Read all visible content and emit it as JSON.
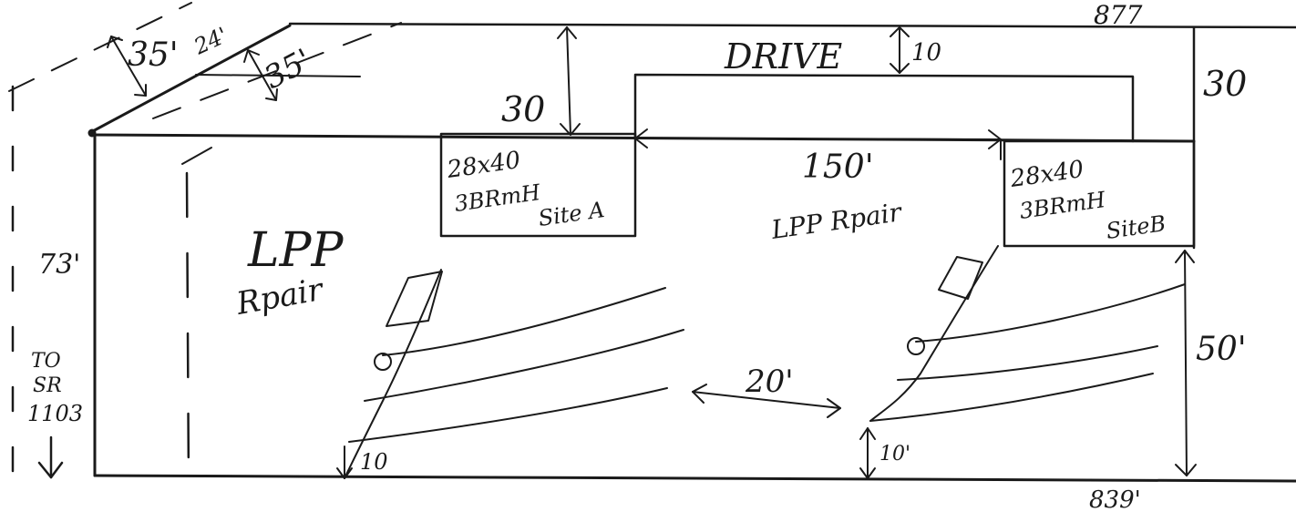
{
  "top_number": "877",
  "bottom_number": "839'",
  "drive_label": "DRIVE",
  "dims": {
    "setback_left_1": "35'",
    "setback_left_2": "24'",
    "setback_left_3": "35'",
    "front_30": "30",
    "drive_10": "10",
    "right_30": "30",
    "width_150": "150'",
    "depth_73": "73'",
    "rear_50": "50'",
    "spacing_20": "20'",
    "bottom_10_left": "10",
    "bottom_10_right": "10'"
  },
  "site_a": {
    "size": "28x40",
    "type": "3BRmH",
    "name": "Site A"
  },
  "site_b": {
    "size": "28x40",
    "type": "3BRmH",
    "name": "SiteB"
  },
  "lpp_repair_left": {
    "line1": "LPP",
    "line2": "Rpair"
  },
  "lpp_repair_center": "LPP Rpair",
  "road_note": {
    "line1": "TO",
    "line2": "SR",
    "line3": "1103"
  }
}
